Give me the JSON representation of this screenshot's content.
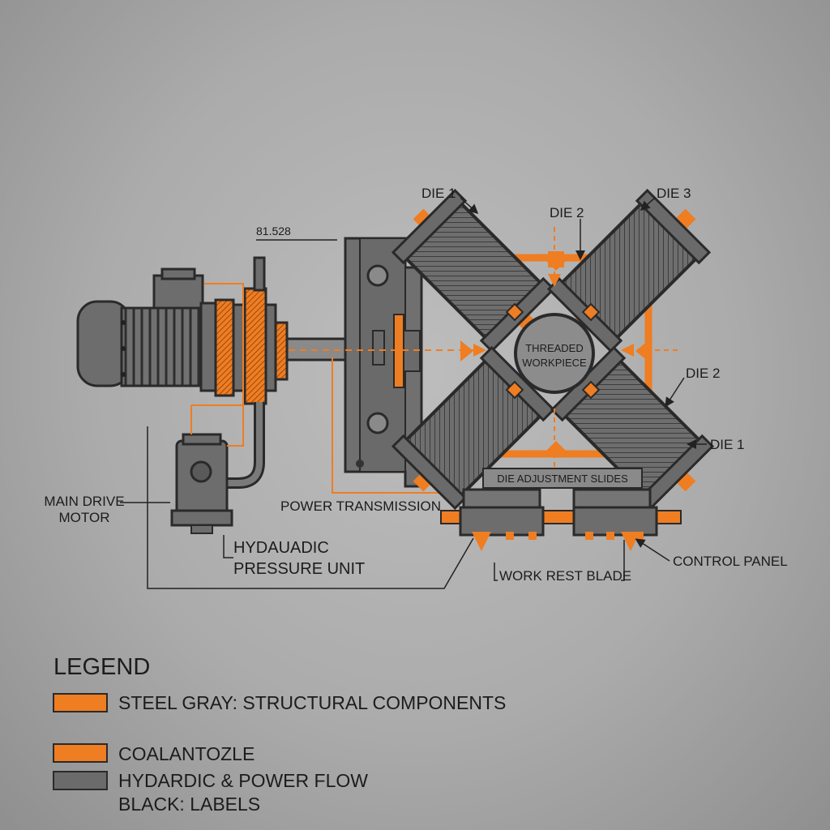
{
  "labels": {
    "measurement": "81.528",
    "die1_top": "DIE 1",
    "die2_top": "DIE 2",
    "die3_top": "DIE 3",
    "die2_right": "DIE 2",
    "die1_right": "DIE 1",
    "workpiece_line1": "THREADED",
    "workpiece_line2": "WORKPIECE",
    "die_adjustment": "DIE ADJUSTMENT SLIDES",
    "power_transmission": "POWER TRANSMISSION",
    "main_drive_line1": "MAIN DRIVE",
    "main_drive_line2": "MOTOR",
    "hydraulic_line1": "HYDAUADIC",
    "hydraulic_line2": "PRESSURE UNIT",
    "work_rest": "WORK REST BLADE",
    "control_panel": "CONTROL PANEL"
  },
  "legend": {
    "title": "LEGEND",
    "items": [
      {
        "text": "STEEL GRAY: STRUCTURAL COMPONENTS",
        "swatch": "#ef7d22"
      },
      {
        "text": "COALANTOZLE",
        "swatch": "#ef7d22"
      },
      {
        "text": "HYDARDIC & POWER  FLOW",
        "swatch": "#6b6b6b"
      }
    ],
    "extra": "BLACK: LABELS"
  },
  "colors": {
    "orange": "#ef7d22",
    "steel": "#6f6f6f",
    "outline": "#2a2a2a"
  }
}
